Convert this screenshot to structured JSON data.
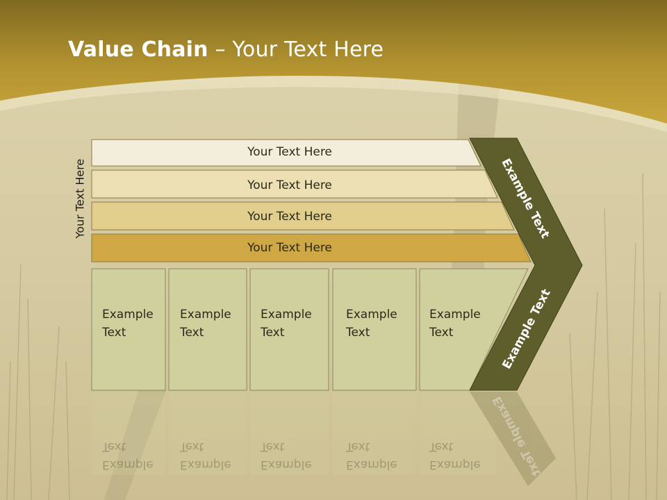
{
  "title": {
    "bold": "Value Chain",
    "rest": " – Your Text Here"
  },
  "side_label": "Your Text Here",
  "bars": [
    "Your Text Here",
    "Your Text Here",
    "Your Text Here",
    "Your Text Here"
  ],
  "boxes": [
    {
      "line1": "Example",
      "line2": "Text"
    },
    {
      "line1": "Example",
      "line2": "Text"
    },
    {
      "line1": "Example",
      "line2": "Text"
    },
    {
      "line1": "Example",
      "line2": "Text"
    },
    {
      "line1": "Example",
      "line2": "Text"
    }
  ],
  "chevron": {
    "upper": "Example Text",
    "lower": "Example Text"
  },
  "colors": {
    "header": "#b4952e",
    "bar1": "#f3eedb",
    "bar2": "#ebdfb3",
    "bar3": "#e1cd8c",
    "bar4": "#cfa845",
    "box": "#cfd09e",
    "chevron": "#5e5e2c"
  }
}
